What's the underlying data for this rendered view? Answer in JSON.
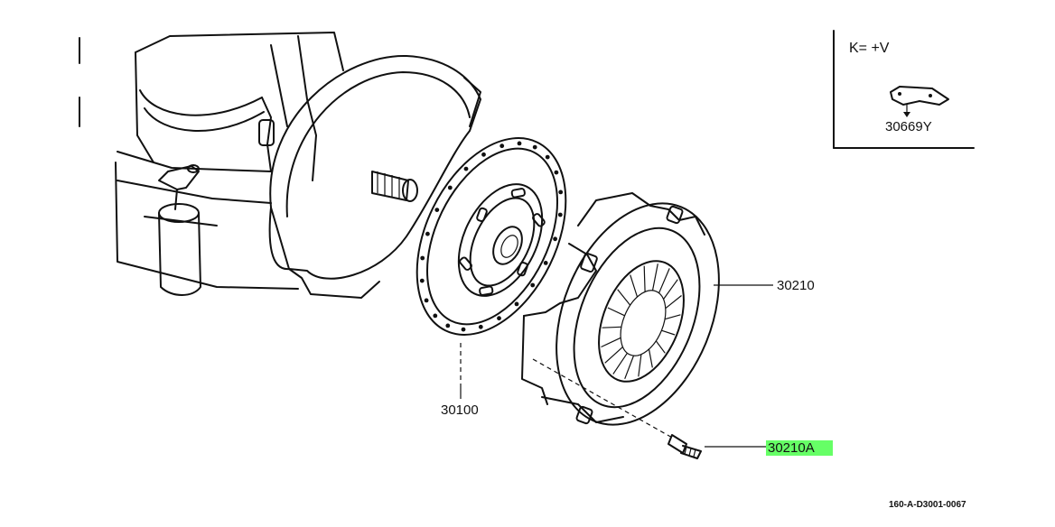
{
  "parts": {
    "clutch_disc": "30100",
    "clutch_cover": "30210",
    "bolt": "30210A",
    "inset_part": "30669Y"
  },
  "inset": {
    "condition": "K= +V"
  },
  "diagram_code": "160-A-D3001-0067",
  "colors": {
    "highlight": "#66ff66",
    "line": "#111111",
    "background": "#ffffff"
  }
}
